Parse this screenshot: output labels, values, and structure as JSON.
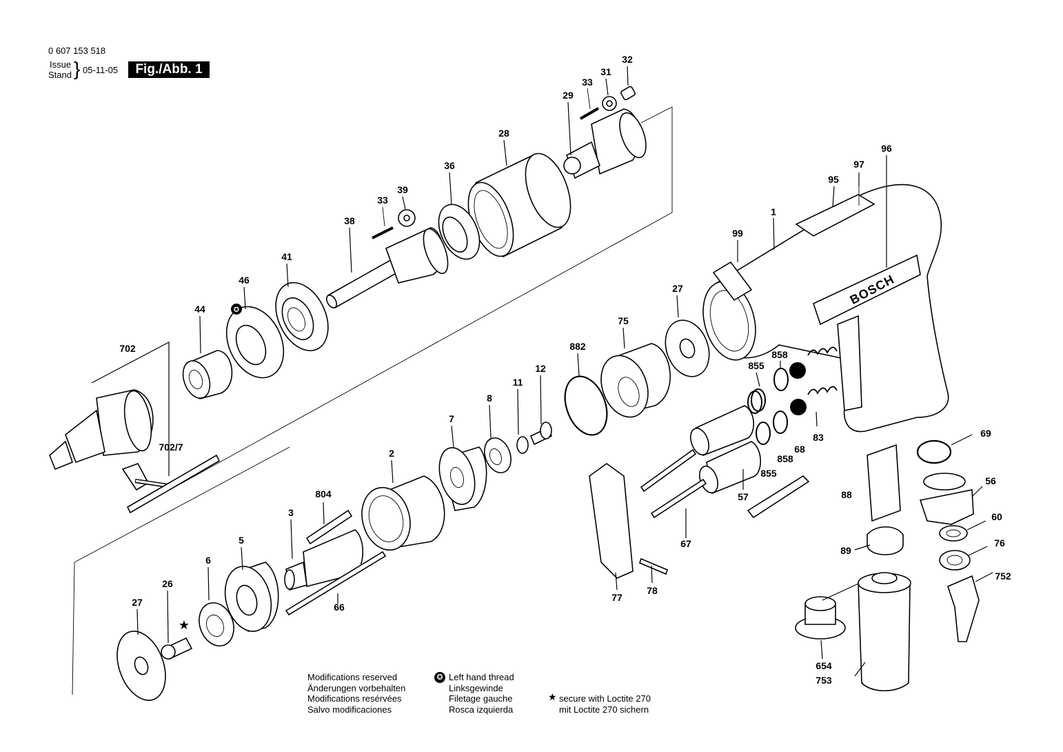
{
  "header": {
    "part_number": "0 607 153 518",
    "issue_label": "Issue",
    "stand_label": "Stand",
    "date": "05-11-05",
    "figure_label": "Fig./Abb. 1"
  },
  "brand_text": "BOSCH",
  "notes": {
    "modifications": [
      "Modifications reserved",
      "Änderungen vorbehalten",
      "Modifications resérvées",
      "Salvo modificaciones"
    ],
    "left_thread": [
      "Left hand thread",
      "Linksgewinde",
      "Filetage gauche",
      "Rosca izquierda"
    ],
    "loctite": [
      "secure with Loctite 270",
      "mit Loctite 270 sichern"
    ]
  },
  "part_labels": [
    "32",
    "33",
    "31",
    "29",
    "28",
    "36",
    "39",
    "33",
    "38",
    "41",
    "46",
    "44",
    "702",
    "702/7",
    "96",
    "97",
    "95",
    "1",
    "99",
    "27",
    "75",
    "882",
    "855",
    "858",
    "12",
    "11",
    "8",
    "7",
    "2",
    "804",
    "3",
    "5",
    "6",
    "26",
    "27",
    "66",
    "68",
    "83",
    "858",
    "855",
    "57",
    "67",
    "77",
    "78",
    "69",
    "56",
    "88",
    "60",
    "76",
    "89",
    "752",
    "654",
    "753"
  ],
  "colors": {
    "ink": "#000000",
    "paper": "#ffffff"
  }
}
